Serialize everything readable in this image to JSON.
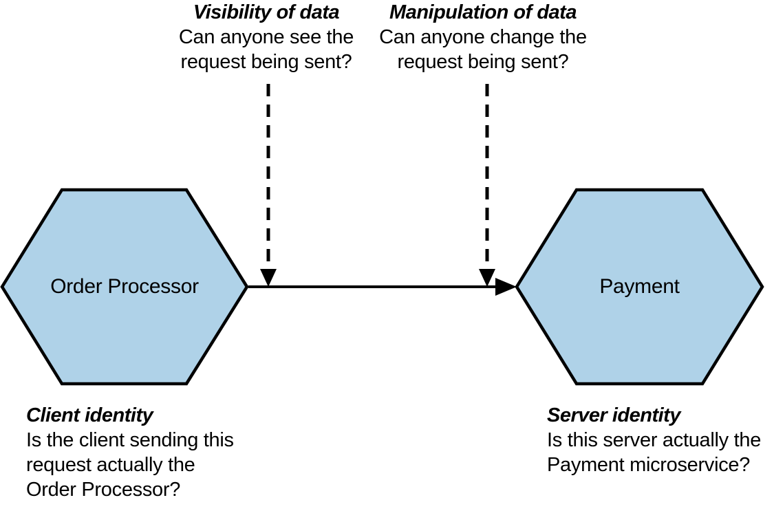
{
  "diagram": {
    "type": "microservice-communication-security",
    "colors": {
      "background": "#ffffff",
      "hexagon_fill": "#AFD2E8",
      "stroke": "#000000",
      "text": "#000000"
    },
    "nodes": {
      "client": {
        "label": "Order Processor"
      },
      "server": {
        "label": "Payment"
      }
    },
    "annotations": {
      "visibility": {
        "title": "Visibility of data",
        "lines": [
          "Can anyone see the",
          "request being sent?"
        ]
      },
      "manipulation": {
        "title": "Manipulation of data",
        "lines": [
          "Can anyone change the",
          "request being sent?"
        ]
      },
      "client_identity": {
        "title": "Client identity",
        "lines": [
          "Is the client sending this",
          "request actually the",
          "Order Processor?"
        ]
      },
      "server_identity": {
        "title": "Server identity",
        "lines": [
          "Is this server actually the",
          "Payment microservice?"
        ]
      }
    }
  }
}
